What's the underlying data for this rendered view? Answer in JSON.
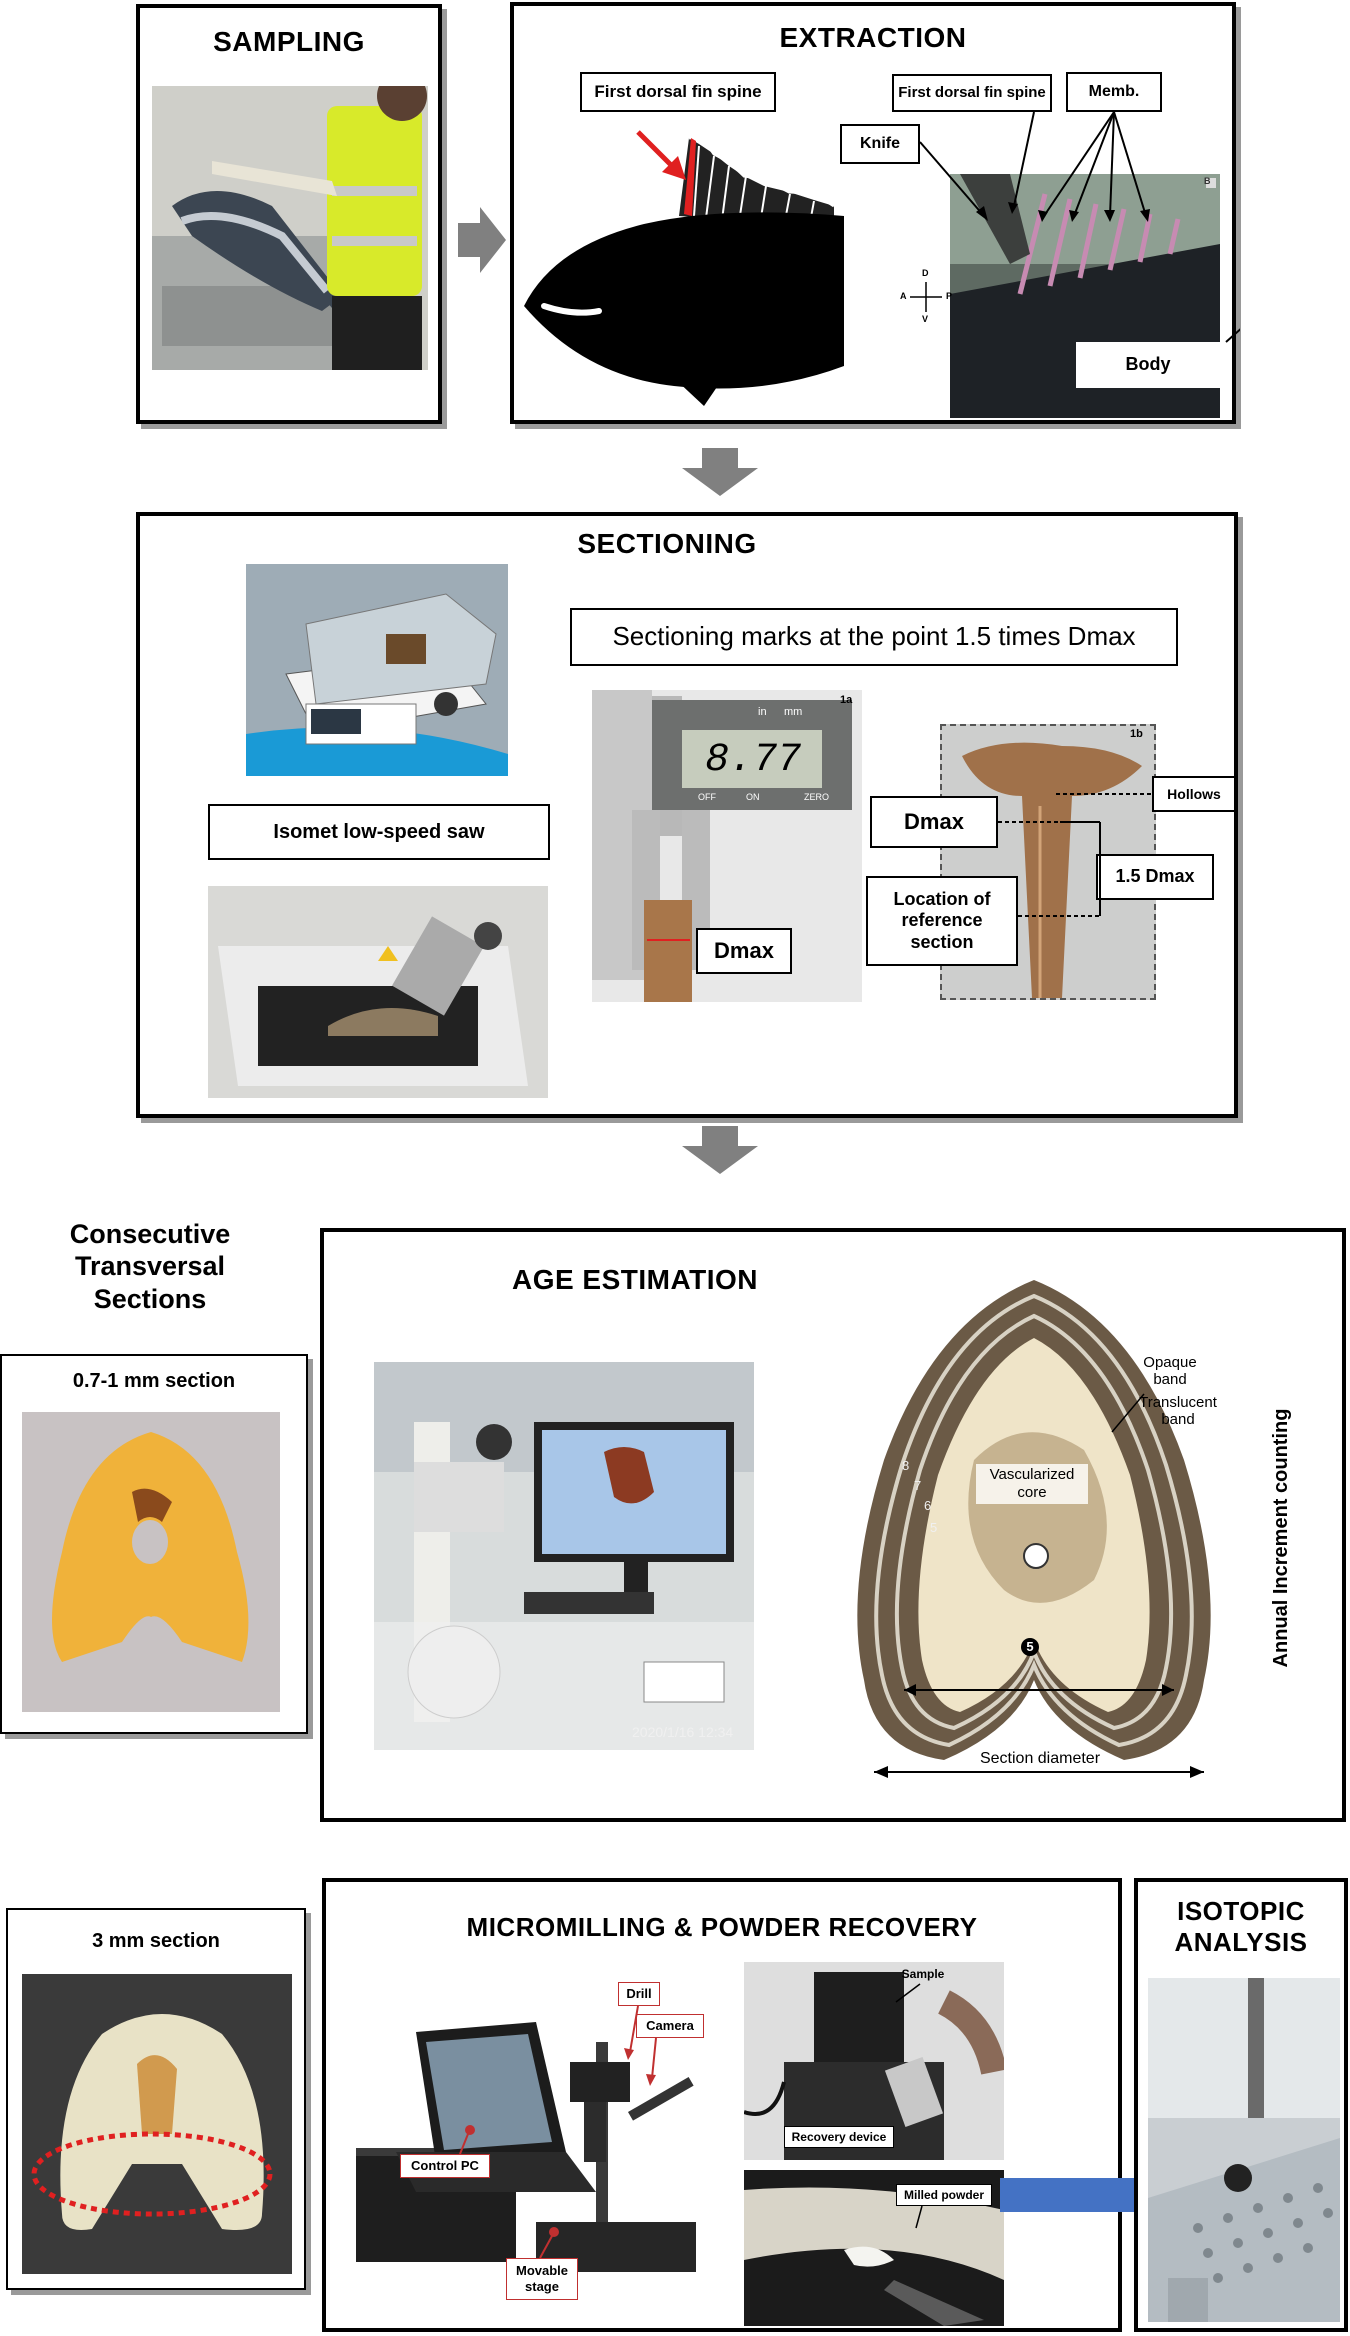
{
  "sampling": {
    "title": "SAMPLING"
  },
  "extraction": {
    "title": "EXTRACTION",
    "fin_spine_label": "First dorsal fin spine",
    "fin_spine_label_2": "First dorsal fin spine",
    "memb_label": "Memb.",
    "knife_label": "Knife",
    "body_label": "Body",
    "compass": {
      "d": "D",
      "v": "V",
      "a": "A",
      "p": "P"
    },
    "photo_tag": "B"
  },
  "sectioning": {
    "title": "SECTIONING",
    "marks_label": "Sectioning  marks at the point 1.5 times Dmax",
    "saw_label": "Isomet low-speed saw",
    "caliper_reading": "8.77",
    "caliper_units": {
      "in": "in",
      "mm": "mm",
      "off": "OFF",
      "on": "ON",
      "zero": "ZERO"
    },
    "fig1a_tag": "1a",
    "fig1b_tag": "1b",
    "dmax_label_1a": "Dmax",
    "dmax_label_1b": "Dmax",
    "hollows_label": "Hollows",
    "dmax15_label": "1.5 Dmax",
    "location_label": "Location of reference section"
  },
  "consecutive": {
    "title": "Consecutive Transversal Sections",
    "section_07_label": "0.7-1 mm section",
    "section_3_label": "3 mm section"
  },
  "age_estimation": {
    "title": "AGE ESTIMATION",
    "timestamp": "2020/1/16  12:34",
    "opaque_label": "Opaque band",
    "translucent_label": "Translucent band",
    "core_label": "Vascularized core",
    "diameter_label": "Section diameter",
    "ring_numbers": [
      "8",
      "7",
      "6",
      "5"
    ],
    "center_number": "5",
    "side_label": "Annual  Increment counting"
  },
  "micromilling": {
    "title": "MICROMILLING & POWDER RECOVERY",
    "drill_label": "Drill",
    "camera_label": "Camera",
    "control_pc_label": "Control PC",
    "movable_stage_label": "Movable stage",
    "sample_label": "Sample",
    "recovery_device_label": "Recovery device",
    "milled_powder_label": "Milled powder"
  },
  "isotopic": {
    "title": "ISOTOPIC ANALYSIS"
  },
  "colors": {
    "arrow_gray": "#808080",
    "blue_arrow": "#4472c4",
    "red_marker": "#e02020"
  }
}
